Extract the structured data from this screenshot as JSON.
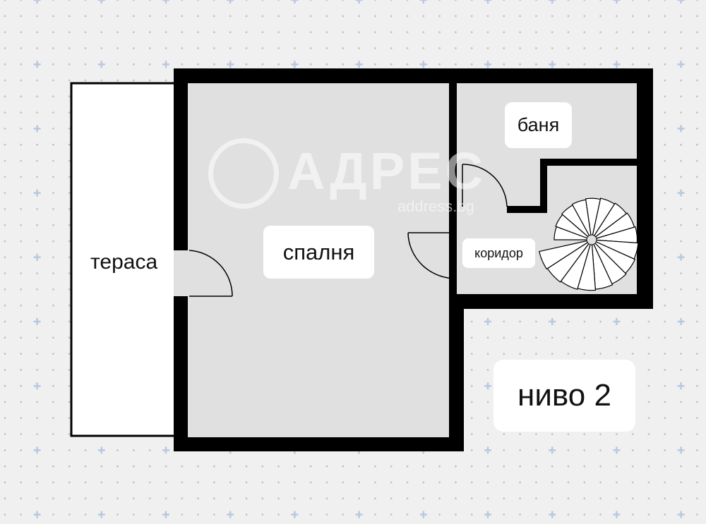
{
  "plan": {
    "level_label": "ниво 2",
    "rooms": [
      {
        "id": "terrace",
        "label": "тераса"
      },
      {
        "id": "bedroom",
        "label": "спалня"
      },
      {
        "id": "bathroom",
        "label": "баня"
      },
      {
        "id": "corridor",
        "label": "коридор"
      }
    ],
    "features": [
      "spiral-staircase",
      "door-terrace",
      "door-bathroom",
      "door-corridor"
    ]
  },
  "watermark": {
    "logo_text": "АДРЕС",
    "url_text": "address.bg"
  },
  "colors": {
    "background": "#f0f0f0",
    "wall": "#000000",
    "floor": "#e0e0e0",
    "terrace": "#ffffff",
    "grid_dot": "#c4c4c4",
    "grid_cross": "#b8c8e0"
  }
}
